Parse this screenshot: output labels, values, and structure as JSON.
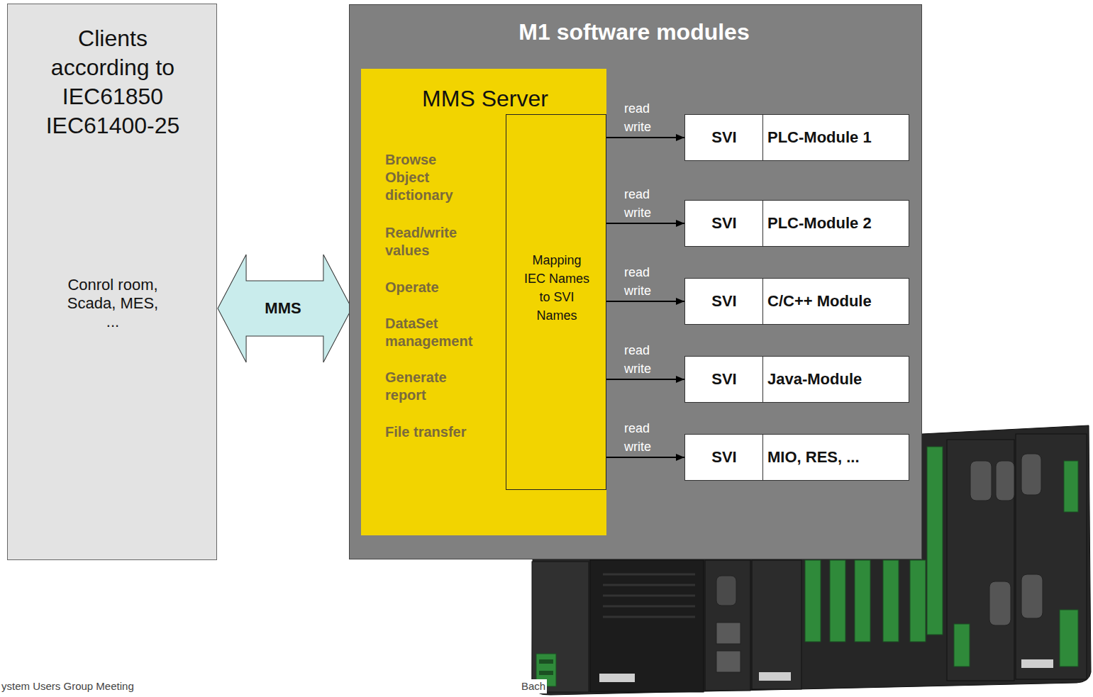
{
  "diagram": {
    "nodes": [
      {
        "text": [
          "Clients according to IEC61850 IEC61400-25",
          "Conrol room, Scada, MES, ..."
        ]
      },
      {
        "text": [
          "MMS"
        ]
      },
      {
        "text": [
          "M1 software modules"
        ]
      },
      {
        "text": [
          "MMS Server",
          "Browse Object dictionary",
          "Read/write values",
          "Operate",
          "DataSet management",
          "Generate report",
          "File transfer"
        ],
        "in": 2
      },
      {
        "text": [
          "Mapping IEC Names to SVI Names"
        ],
        "in": 3
      },
      {
        "text": [
          "SVI",
          "PLC-Module 1"
        ],
        "in": 2
      },
      {
        "text": [
          "SVI",
          "PLC-Module 2"
        ],
        "in": 2
      },
      {
        "text": [
          "SVI",
          "C/C++ Module"
        ],
        "in": 2
      },
      {
        "text": [
          "SVI",
          "Java-Module"
        ],
        "in": 2
      },
      {
        "text": [
          "SVI",
          "MIO, RES, ..."
        ],
        "in": 2
      }
    ],
    "edges": [
      {
        "from": 4,
        "to": 5,
        "arrow": "to",
        "label": "read write"
      },
      {
        "from": 4,
        "to": 6,
        "arrow": "to",
        "label": "read write"
      },
      {
        "from": 4,
        "to": 7,
        "arrow": "to",
        "label": "read write"
      },
      {
        "from": 4,
        "to": 8,
        "arrow": "to",
        "label": "read write"
      },
      {
        "from": 4,
        "to": 9,
        "arrow": "to",
        "label": "read write"
      }
    ],
    "labels": [
      "ystem Users Group Meeting",
      "Bach"
    ]
  }
}
